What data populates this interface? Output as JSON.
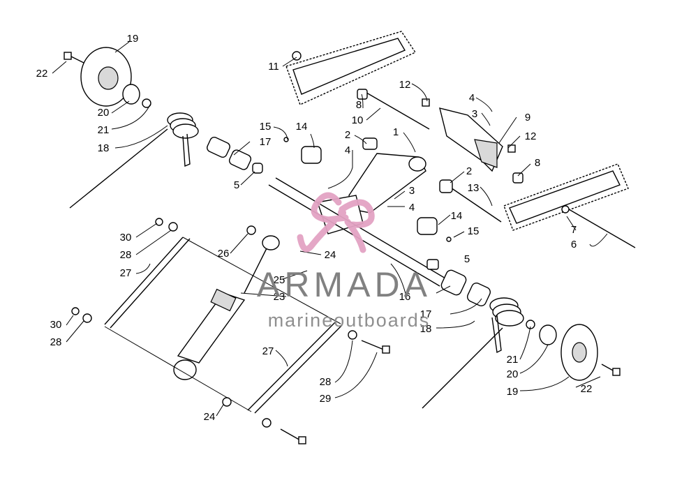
{
  "watermark": {
    "brand": "ARMADA",
    "tagline": "marineoutboards",
    "logo_color": "#e3a3c3",
    "text_color": "#7b7b7b"
  },
  "callouts": [
    "19",
    "22",
    "20",
    "21",
    "18",
    "11",
    "12",
    "8",
    "10",
    "4",
    "3",
    "9",
    "12",
    "15",
    "14",
    "17",
    "2",
    "1",
    "4",
    "8",
    "5",
    "2",
    "13",
    "3",
    "4",
    "14",
    "15",
    "7",
    "6",
    "30",
    "28",
    "27",
    "26",
    "24",
    "25",
    "23",
    "16",
    "5",
    "17",
    "18",
    "30",
    "28",
    "27",
    "28",
    "29",
    "24",
    "21",
    "20",
    "19",
    "22"
  ]
}
